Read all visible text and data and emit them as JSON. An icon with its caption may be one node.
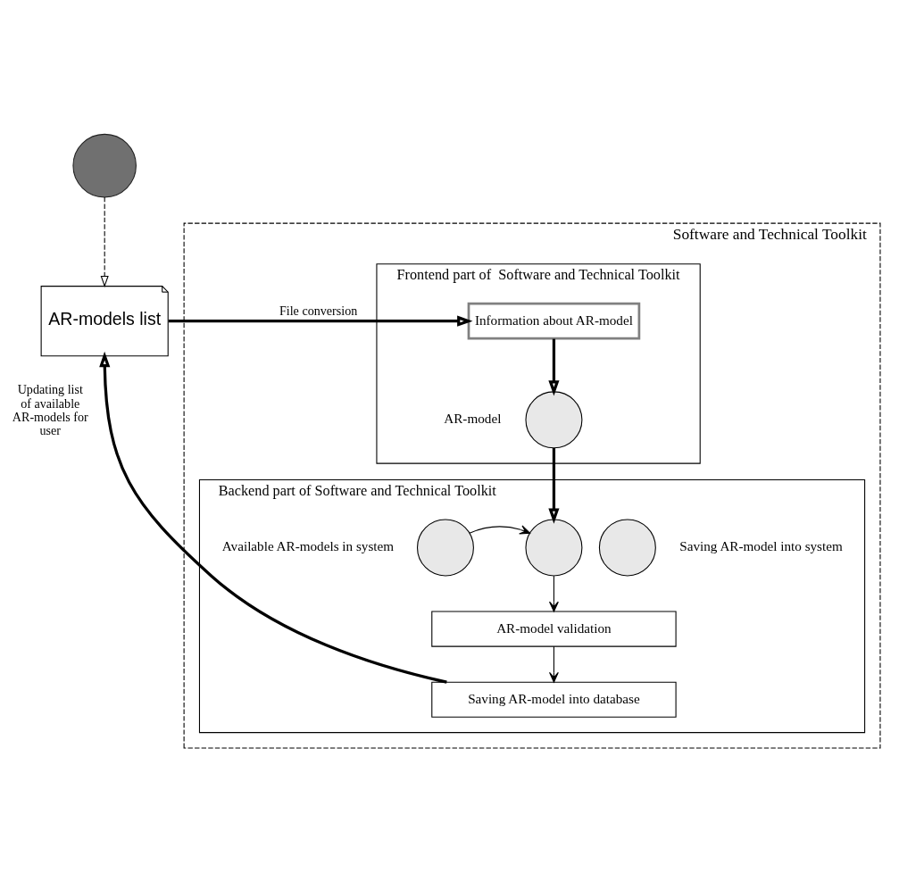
{
  "diagram": {
    "nodes": [
      {
        "text": [],
        "shape": "circle"
      },
      {
        "text": [
          "AR-models list"
        ]
      },
      {
        "text": [
          "Software and Technical Toolkit"
        ]
      },
      {
        "text": [
          "Frontend part of  Software and Technical Toolkit"
        ],
        "in": 2
      },
      {
        "text": [
          "Information about AR-model"
        ],
        "in": 3
      },
      {
        "text": [],
        "shape": "circle",
        "beside": [
          "AR-model"
        ],
        "in": 3
      },
      {
        "text": [
          "Backend part of Software and Technical Toolkit"
        ],
        "in": 2
      },
      {
        "text": [],
        "shape": "circle",
        "beside": [
          "Available AR-models in system"
        ],
        "in": 6
      },
      {
        "text": [],
        "shape": "circle",
        "in": 6
      },
      {
        "text": [],
        "shape": "circle",
        "beside": [
          "Saving AR-model into system"
        ],
        "in": 6
      },
      {
        "text": [
          "AR-model validation"
        ],
        "in": 6
      },
      {
        "text": [
          "Saving AR-model into database"
        ],
        "in": 6
      }
    ],
    "edges": [
      {
        "from": 0,
        "to": 1,
        "arrow": "to",
        "style": "dashed"
      },
      {
        "from": 1,
        "to": 4,
        "arrow": "to",
        "label": "File conversion",
        "style": "thick"
      },
      {
        "from": 4,
        "to": 5,
        "arrow": "to",
        "style": "thick"
      },
      {
        "from": 5,
        "to": 8,
        "arrow": "to",
        "style": "thick"
      },
      {
        "from": 7,
        "to": 8,
        "arrow": "to"
      },
      {
        "from": 8,
        "to": 10,
        "arrow": "to"
      },
      {
        "from": 10,
        "to": 11,
        "arrow": "to"
      },
      {
        "from": 11,
        "to": 1,
        "arrow": "to",
        "label": "Updating list of available AR-models for user",
        "style": "thick"
      }
    ]
  }
}
